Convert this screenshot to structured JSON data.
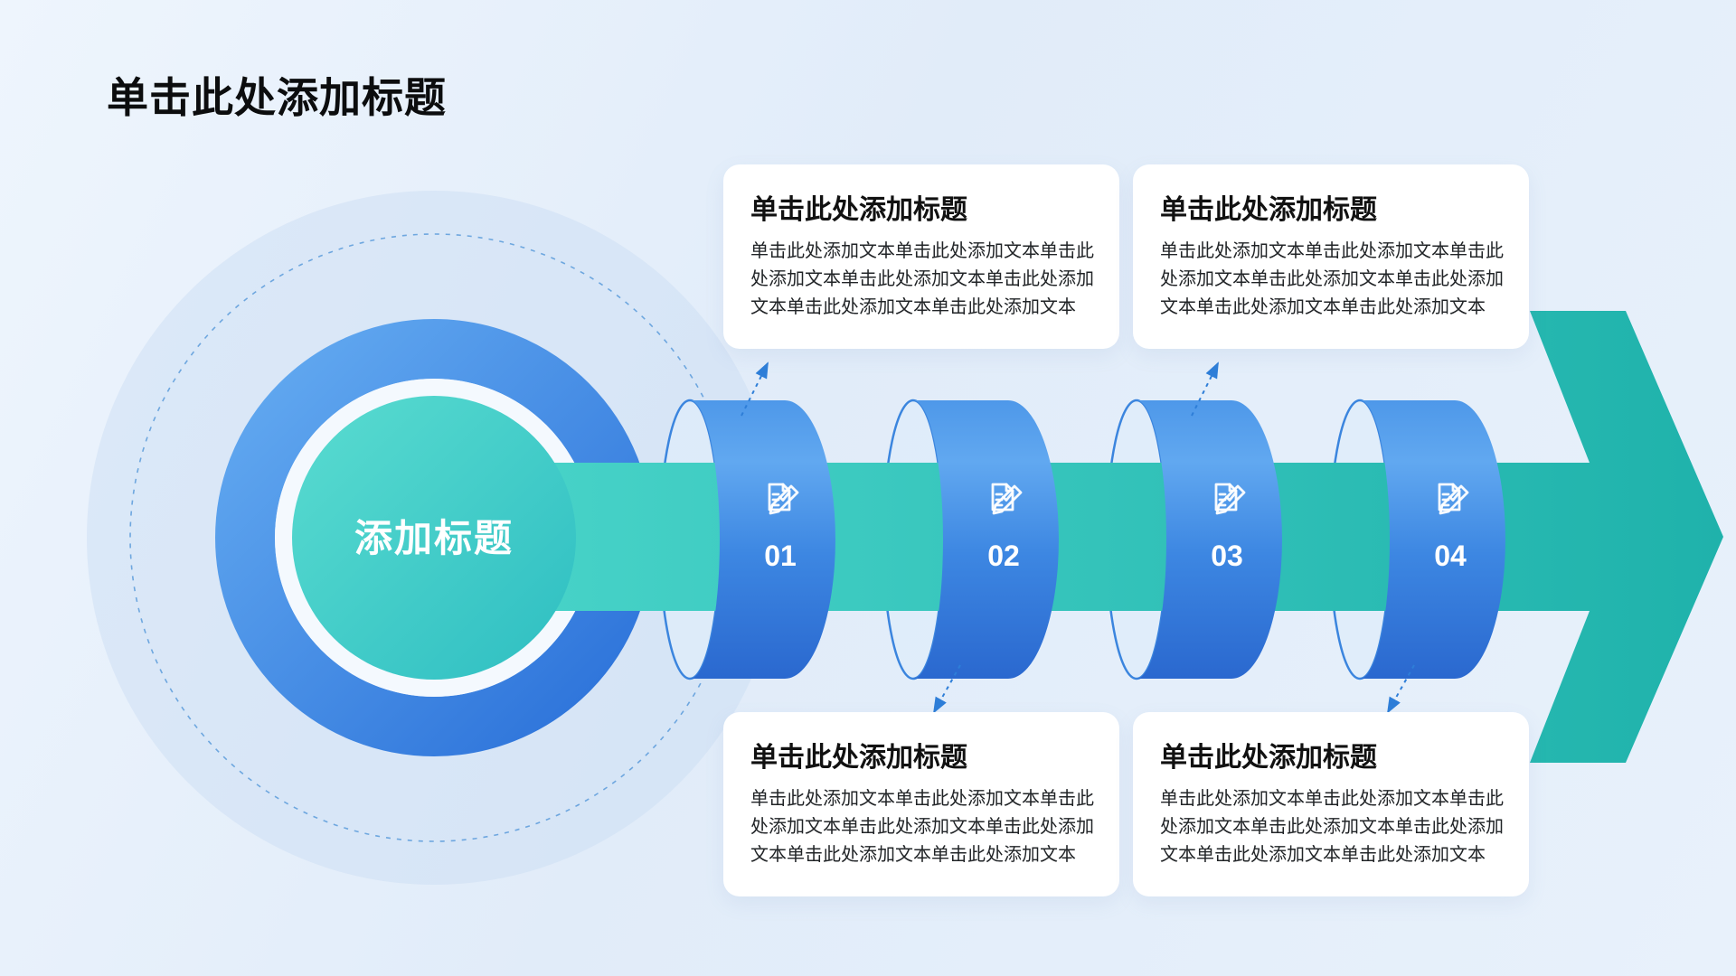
{
  "slide": {
    "title": "单击此处添加标题"
  },
  "target": {
    "label": "添加标题"
  },
  "steps": [
    {
      "number": "01",
      "icon": "edit-document-icon",
      "card_title": "单击此处添加标题",
      "card_body": "单击此处添加文本单击此处添加文本单击此处添加文本单击此处添加文本单击此处添加文本单击此处添加文本单击此处添加文本"
    },
    {
      "number": "02",
      "icon": "edit-document-icon",
      "card_title": "单击此处添加标题",
      "card_body": "单击此处添加文本单击此处添加文本单击此处添加文本单击此处添加文本单击此处添加文本单击此处添加文本单击此处添加文本"
    },
    {
      "number": "03",
      "icon": "edit-document-icon",
      "card_title": "单击此处添加标题",
      "card_body": "单击此处添加文本单击此处添加文本单击此处添加文本单击此处添加文本单击此处添加文本单击此处添加文本单击此处添加文本"
    },
    {
      "number": "04",
      "icon": "edit-document-icon",
      "card_title": "单击此处添加标题",
      "card_body": "单击此处添加文本单击此处添加文本单击此处添加文本单击此处添加文本单击此处添加文本单击此处添加文本单击此处添加文本"
    }
  ],
  "colors": {
    "background_top": "#eef5fd",
    "background_bottom": "#e1ecf9",
    "arrow_teal_light": "#4AD5CA",
    "arrow_teal_dark": "#1FB2AB",
    "ring_blue_light": "#61A8F0",
    "ring_blue_dark": "#2A68CF",
    "bullseye_blue_light": "#5FA9F0",
    "bullseye_blue_dark": "#2C72DA",
    "dashed_line_blue": "#2E7ED8",
    "pale_circle": "#CBDDF3",
    "card_background": "#ffffff",
    "text_dark": "#111111"
  }
}
